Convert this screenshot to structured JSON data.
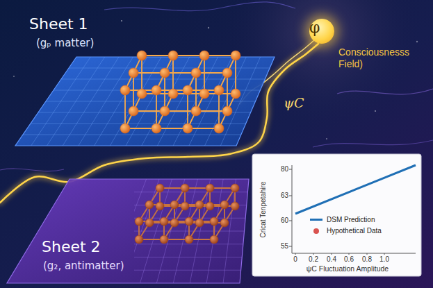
{
  "diagram": {
    "nodes": [
      {
        "text": [
          "Sheet 1",
          "(gₚ matter)"
        ]
      },
      {
        "text": [
          "φ",
          "Consciousnesss Field)"
        ]
      },
      {
        "text": [
          "Sheet 2",
          "(g₂, antimatter)"
        ]
      }
    ],
    "labels": [
      "ψC",
      "Cricat Tenpetahire",
      "80",
      "63",
      "60",
      "55",
      "0",
      "0.2",
      "0.4",
      "0.6",
      "0.8",
      "1.0",
      "ψC Fluctuation Amplitude"
    ],
    "legend": [
      {
        "text": "DSM Prediction"
      },
      {
        "text": "Hypothetical Data",
        "color": "#d9534f"
      }
    ]
  }
}
